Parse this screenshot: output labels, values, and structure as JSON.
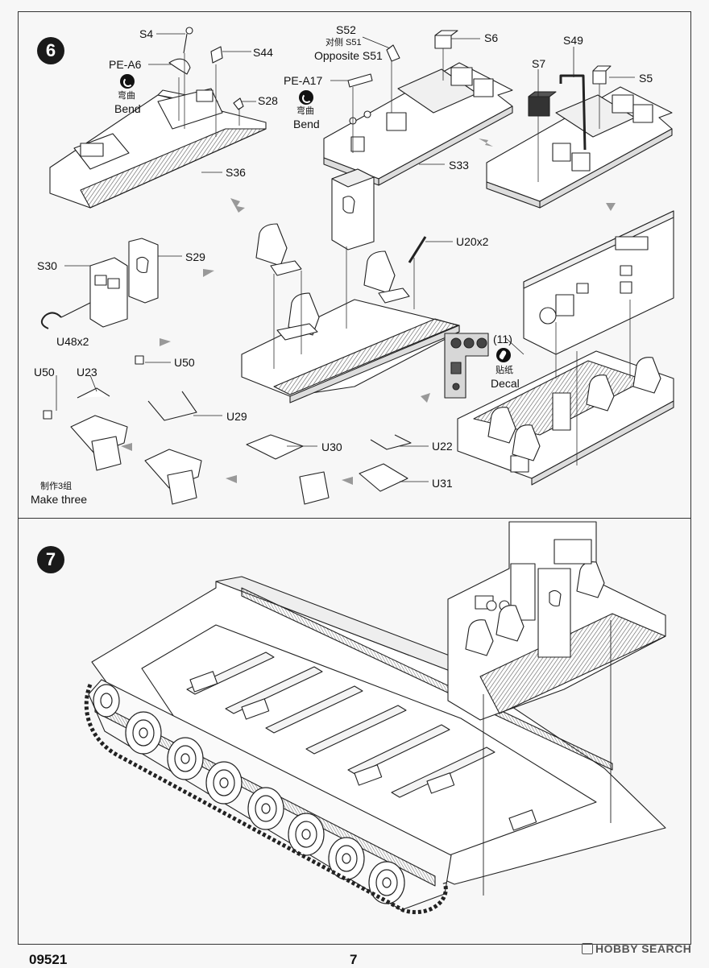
{
  "steps": {
    "step6": "6",
    "step7": "7"
  },
  "labels": {
    "s4": "S4",
    "s44": "S44",
    "pe_a6": "PE-A6",
    "bend_cn_1": "弯曲",
    "bend_en_1": "Bend",
    "s28": "S28",
    "s36": "S36",
    "s52": "S52",
    "opp_cn": "对侧 S51",
    "opp_en": "Opposite S51",
    "pe_a17": "PE-A17",
    "bend_cn_2": "弯曲",
    "bend_en_2": "Bend",
    "s6": "S6",
    "s33": "S33",
    "s49": "S49",
    "s7": "S7",
    "s5": "S5",
    "u20": "U20x2",
    "s30": "S30",
    "s29": "S29",
    "u48": "U48x2",
    "decal_num": "(11)",
    "decal_cn": "贴纸",
    "decal_en": "Decal",
    "u50a": "U50",
    "u50b": "U50",
    "u23": "U23",
    "u29": "U29",
    "u30": "U30",
    "u22": "U22",
    "u31": "U31",
    "make_cn": "制作3组",
    "make_en": "Make three"
  },
  "footer": {
    "code": "09521",
    "page": "7",
    "watermark": "HOBBY SEARCH"
  }
}
